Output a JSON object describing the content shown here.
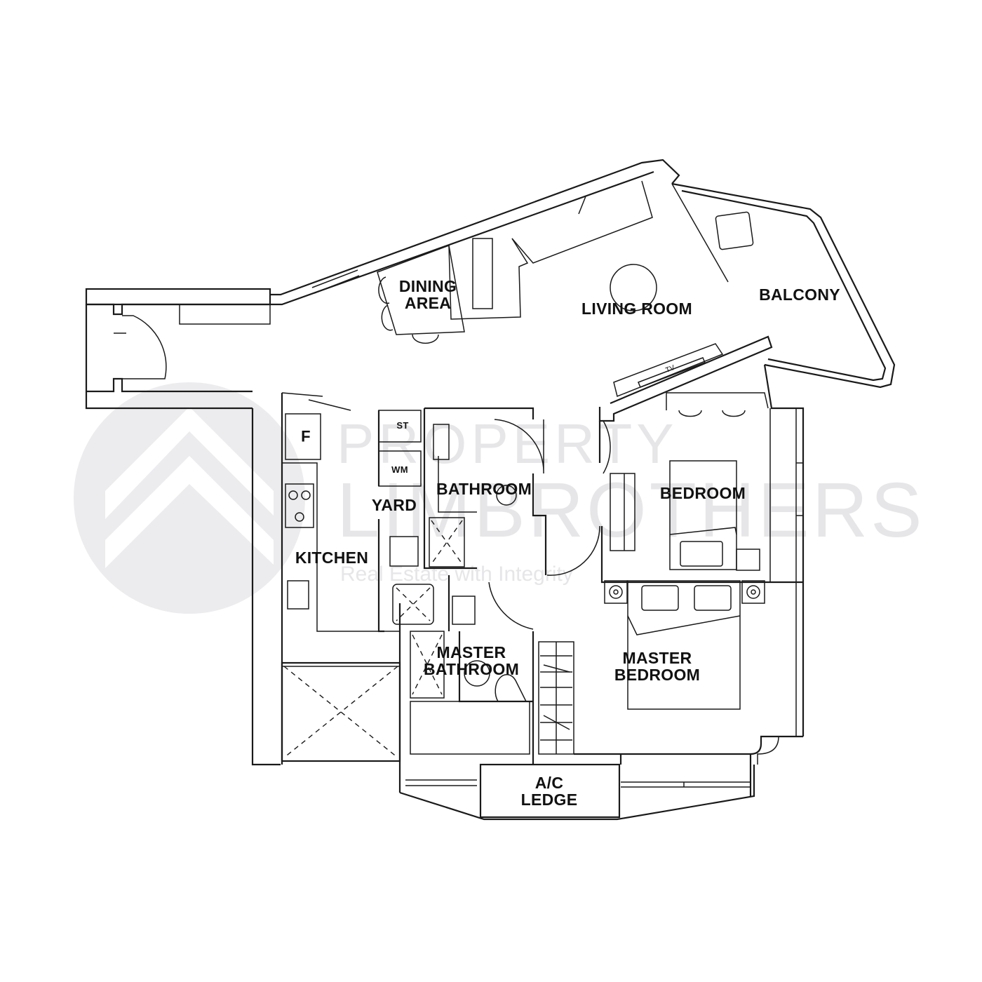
{
  "watermark": {
    "line1": "PROPERTY",
    "line2": "LIMBROTHERS",
    "tagline": "Real Estate with Integrity",
    "color": "#e6e6e8"
  },
  "rooms": {
    "dining": "DINING\nAREA",
    "dining_l1": "DINING",
    "dining_l2": "AREA",
    "living": "LIVING ROOM",
    "balcony": "BALCONY",
    "kitchen": "KITCHEN",
    "yard": "YARD",
    "bathroom": "BATHROOM",
    "bedroom": "BEDROOM",
    "master_bathroom_l1": "MASTER",
    "master_bathroom_l2": "BATHROOM",
    "master_bedroom_l1": "MASTER",
    "master_bedroom_l2": "BEDROOM",
    "ac_ledge_l1": "A/C",
    "ac_ledge_l2": "LEDGE"
  },
  "fixtures": {
    "fridge": "F",
    "storage": "ST",
    "washing_machine": "WM",
    "tv": "TV"
  },
  "colors": {
    "line": "#1a1a1a",
    "background": "#ffffff"
  }
}
